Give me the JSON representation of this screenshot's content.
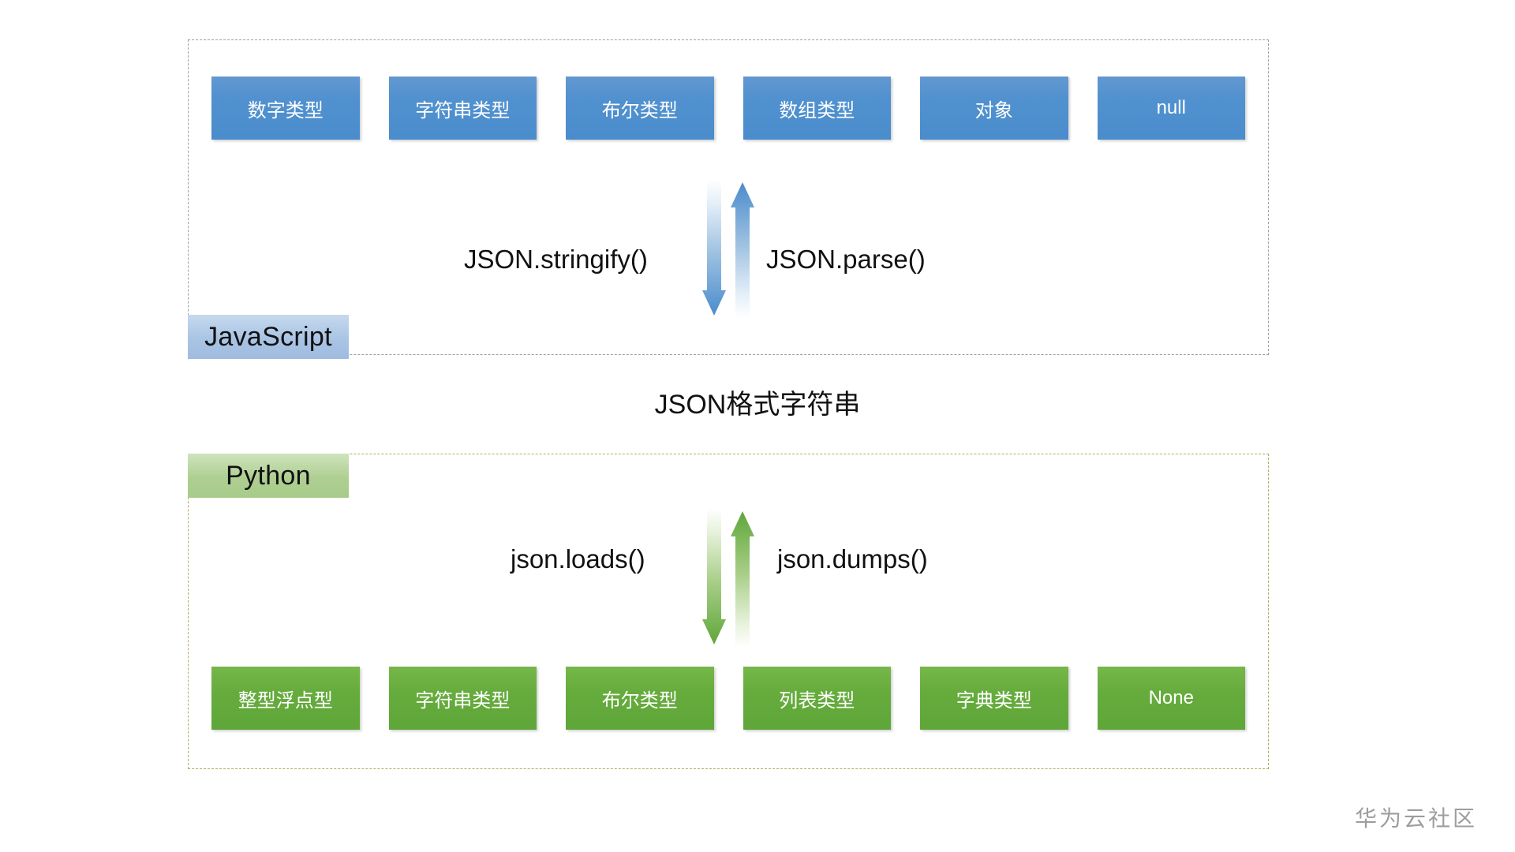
{
  "diagram": {
    "caption": "JSON格式字符串",
    "watermark": "华为云社区",
    "colors": {
      "blue_box": "#5191cf",
      "green_box": "#66ac3d",
      "js_tag_bg": "#a9c4e4",
      "py_tag_bg": "#aecf91",
      "js_border": "#9aa0a6",
      "py_border": "#b5aa5a",
      "label_text": "#111111",
      "watermark_text": "#9d9d9d"
    },
    "javascript": {
      "tag_label": "JavaScript",
      "types": [
        {
          "label": "数字类型"
        },
        {
          "label": "字符串类型"
        },
        {
          "label": "布尔类型"
        },
        {
          "label": "数组类型"
        },
        {
          "label": "对象"
        },
        {
          "label": "null"
        }
      ],
      "arrows": {
        "down": {
          "direction": "down",
          "label": "JSON.stringify()"
        },
        "up": {
          "direction": "up",
          "label": "JSON.parse()"
        }
      }
    },
    "python": {
      "tag_label": "Python",
      "types": [
        {
          "label": "整型浮点型"
        },
        {
          "label": "字符串类型"
        },
        {
          "label": "布尔类型"
        },
        {
          "label": "列表类型"
        },
        {
          "label": "字典类型"
        },
        {
          "label": "None"
        }
      ],
      "arrows": {
        "down": {
          "direction": "down",
          "label": "json.loads()"
        },
        "up": {
          "direction": "up",
          "label": "json.dumps()"
        }
      }
    }
  }
}
